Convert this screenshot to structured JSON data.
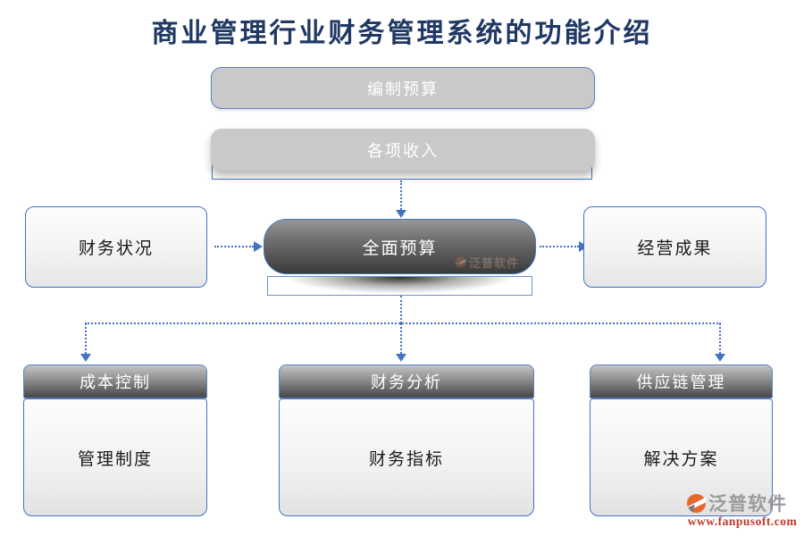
{
  "title": "商业管理行业财务管理系统的功能介绍",
  "nodes": {
    "budget_prep": "编制预算",
    "income": "各项收入",
    "financial_status": "财务状况",
    "overall_budget": "全面预算",
    "operating_results": "经营成果",
    "bottom": [
      {
        "header": "成本控制",
        "body": "管理制度"
      },
      {
        "header": "财务分析",
        "body": "财务指标"
      },
      {
        "header": "供应链管理",
        "body": "解决方案"
      }
    ]
  },
  "watermark": {
    "brand": "泛普软件"
  },
  "logo": {
    "brand": "泛普软件",
    "url": "www.fanpusoft.com"
  },
  "colors": {
    "accent_blue": "#4472C4",
    "title_navy": "#1F3864",
    "gray_fill": "#C9C9C9",
    "dark_node_top": "#979797",
    "dark_node_bottom": "#3A3A3A",
    "logo_orange": "#E8682C",
    "logo_red": "#C0392B"
  }
}
